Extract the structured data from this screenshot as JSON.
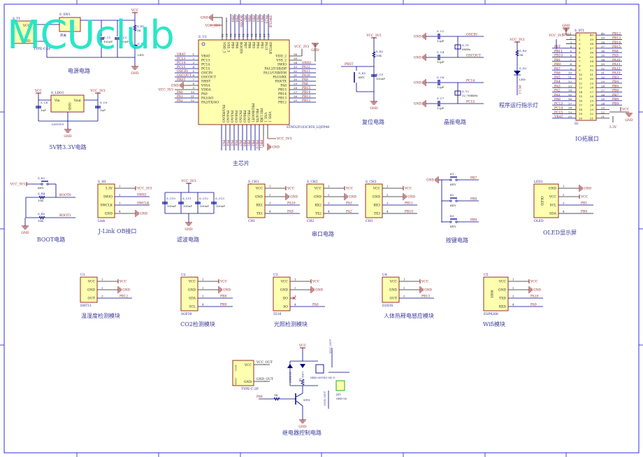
{
  "watermark": "MCUclub",
  "colors": {
    "wire": "#00008b",
    "body_fill": "#ffffb0",
    "body_stroke": "#8b1a1a",
    "net": "#8b1a1a",
    "title": "#3b3b9a",
    "watermark": "#1fe6c6"
  },
  "titles": {
    "power": "电源电路",
    "ldo": "5V转3.3V电路",
    "mcu": "主芯片",
    "reset": "复位电路",
    "crystal": "晶振电路",
    "led": "程序运行指示灯",
    "io": "IO拓展口",
    "boot": "BOOT电路",
    "jlink": "J-Link OB接口",
    "filter": "滤波电路",
    "uart": "串口电路",
    "keys": "按键电路",
    "oled": "OLED显示屏",
    "dht": "温湿度检测模块",
    "co2": "CO2检测模块",
    "light": "光照检测模块",
    "pir": "人体热释电感应模块",
    "wifi": "Wifi模块",
    "relay": "继电器控制电路"
  },
  "modules": {
    "jlink": {
      "ref": "S_H1",
      "footer": "Link",
      "pins": [
        {
          "num": "1",
          "name": "3.3V",
          "net": "VCC_3V3"
        },
        {
          "num": "2",
          "name": "SWIO",
          "net": "SWIO"
        },
        {
          "num": "3",
          "name": "SWCLK",
          "net": "SWCLK"
        },
        {
          "num": "4",
          "name": "GND",
          "net": "GND"
        }
      ]
    },
    "ch1": {
      "ref": "S_CH1",
      "footer": "CH1",
      "pins": [
        {
          "num": "1",
          "name": "VCC",
          "net": "VCC"
        },
        {
          "num": "2",
          "name": "GND",
          "net": "GND"
        },
        {
          "num": "3",
          "name": "RX1",
          "net": "PA10"
        },
        {
          "num": "4",
          "name": "TX1",
          "net": "PA9"
        }
      ]
    },
    "ch2": {
      "ref": "S_CH2",
      "footer": "CH2",
      "pins": [
        {
          "num": "1",
          "name": "VCC",
          "net": "VCC"
        },
        {
          "num": "2",
          "name": "GND",
          "net": "GND"
        },
        {
          "num": "3",
          "name": "RX2",
          "net": "PA3"
        },
        {
          "num": "4",
          "name": "TX2",
          "net": "PA2"
        }
      ]
    },
    "ch3": {
      "ref": "S_CH3",
      "footer": "CH3",
      "pins": [
        {
          "num": "1",
          "name": "VCC",
          "net": "VCC"
        },
        {
          "num": "2",
          "name": "GND",
          "net": "GND"
        },
        {
          "num": "3",
          "name": "RX3",
          "net": "PB11"
        },
        {
          "num": "4",
          "name": "TX3",
          "net": "PB10"
        }
      ]
    },
    "oled": {
      "ref": "LED1",
      "footer": "OLED",
      "inner": "OLED",
      "pins": [
        {
          "num": "1",
          "name": "GND",
          "net": "GND"
        },
        {
          "num": "2",
          "name": "VCC",
          "net": "VCC"
        },
        {
          "num": "3",
          "name": "SCL",
          "net": "PB1"
        },
        {
          "num": "4",
          "name": "SDA",
          "net": "PB0"
        }
      ]
    },
    "dht": {
      "ref": "U1",
      "footer": "DHT11",
      "pins": [
        {
          "num": "1",
          "name": "VCC",
          "net": "VCC"
        },
        {
          "num": "2",
          "name": "GND",
          "net": "GND"
        },
        {
          "num": "3",
          "name": "OUT",
          "net": "PB12"
        }
      ]
    },
    "co2": {
      "ref": "U2",
      "footer": "SGP30",
      "pins": [
        {
          "num": "1",
          "name": "VCC",
          "net": "VCC"
        },
        {
          "num": "2",
          "name": "GND",
          "net": "GND"
        },
        {
          "num": "3",
          "name": "SDA",
          "net": "PB8"
        },
        {
          "num": "4",
          "name": "SCL",
          "net": "PB9"
        }
      ]
    },
    "light": {
      "ref": "U3",
      "footer": "5516",
      "pins": [
        {
          "num": "1",
          "name": "VCC",
          "net": "VCC"
        },
        {
          "num": "2",
          "name": "GND",
          "net": "GND"
        },
        {
          "num": "3",
          "name": "DO",
          "net": ""
        },
        {
          "num": "4",
          "name": "AO",
          "net": "PA0"
        }
      ]
    },
    "pir": {
      "ref": "U4",
      "footer": "D203S",
      "pins": [
        {
          "num": "1",
          "name": "VCC",
          "net": "VCC"
        },
        {
          "num": "2",
          "name": "GND",
          "net": "GND"
        },
        {
          "num": "3",
          "name": "OUT",
          "net": "PB13"
        }
      ]
    },
    "wifi": {
      "ref": "U5",
      "footer": "ESP8266",
      "inner": "WIFI",
      "pins": [
        {
          "num": "1",
          "name": "VCC",
          "net": "VCC"
        },
        {
          "num": "2",
          "name": "GND",
          "net": "GND"
        },
        {
          "num": "3",
          "name": "TXD",
          "net": "PA10"
        },
        {
          "num": "4",
          "name": "RXD",
          "net": "PA9"
        }
      ]
    }
  },
  "mcu": {
    "ref": "S_U1",
    "part": "STM32F103C8T6_LQFP48",
    "left": [
      {
        "num": "1",
        "name": "VBAT",
        "net": "VBAT"
      },
      {
        "num": "2",
        "name": "PC13",
        "net": "PC13"
      },
      {
        "num": "3",
        "name": "PC14",
        "net": "PC14"
      },
      {
        "num": "4",
        "name": "PC15",
        "net": "PC15"
      },
      {
        "num": "5",
        "name": "OSCIN",
        "net": "OSCIN"
      },
      {
        "num": "6",
        "name": "OSCOUT",
        "net": "OSCOUT"
      },
      {
        "num": "7",
        "name": "NRST",
        "net": "PRST"
      },
      {
        "num": "8",
        "name": "VSSA",
        "net": "GND"
      },
      {
        "num": "9",
        "name": "VDDA",
        "net": "VCC_3V3"
      },
      {
        "num": "10",
        "name": "PA0",
        "net": "PA0"
      },
      {
        "num": "11",
        "name": "PA1/AO",
        "net": "PA1"
      },
      {
        "num": "12",
        "name": "PA2/TX/AO",
        "net": "PA2"
      }
    ],
    "right": [
      {
        "num": "36",
        "name": "VDD_2",
        "net": "VCC_3V3"
      },
      {
        "num": "35",
        "name": "VSS_2",
        "net": "GND"
      },
      {
        "num": "34",
        "name": "SWIO",
        "net": "SWIO"
      },
      {
        "num": "33",
        "name": "PA12/USB/DP",
        "net": "PA12"
      },
      {
        "num": "32",
        "name": "PA11/USB/DM",
        "net": "PA11"
      },
      {
        "num": "31",
        "name": "PA10/RX",
        "net": "PA10"
      },
      {
        "num": "30",
        "name": "PA9/TX",
        "net": "PA9"
      },
      {
        "num": "29",
        "name": "PA8",
        "net": "PA8"
      },
      {
        "num": "28",
        "name": "PB15",
        "net": "PB15"
      },
      {
        "num": "27",
        "name": "PB14",
        "net": "PB14"
      },
      {
        "num": "26",
        "name": "PB13",
        "net": "PB13"
      },
      {
        "num": "25",
        "name": "PB12",
        "net": "PB12"
      }
    ],
    "top": [
      {
        "num": "48",
        "name": "VDD_3",
        "net": "VCC_3V3"
      },
      {
        "num": "47",
        "name": "VSS_3",
        "net": "GND"
      },
      {
        "num": "46",
        "name": "PB9",
        "net": "PB9"
      },
      {
        "num": "45",
        "name": "PB8",
        "net": "PB8"
      },
      {
        "num": "44",
        "name": "BOOT0",
        "net": "BOOT0"
      },
      {
        "num": "43",
        "name": "PB7",
        "net": "PB7"
      },
      {
        "num": "42",
        "name": "PB6",
        "net": "PB6"
      },
      {
        "num": "41",
        "name": "PB5",
        "net": "PB5"
      },
      {
        "num": "40",
        "name": "PB4",
        "net": "PB4"
      },
      {
        "num": "39",
        "name": "PB3",
        "net": "PB3"
      },
      {
        "num": "38",
        "name": "PA15",
        "net": "PA15"
      },
      {
        "num": "37",
        "name": "SWCLK",
        "net": "SWCLK"
      }
    ],
    "bottom": [
      {
        "num": "13",
        "name": "PA3/RX/AO",
        "net": "PA3"
      },
      {
        "num": "14",
        "name": "PA4/AO",
        "net": "PA4"
      },
      {
        "num": "15",
        "name": "PA5/AO",
        "net": "PA5"
      },
      {
        "num": "16",
        "name": "PA6/AO",
        "net": "PA6"
      },
      {
        "num": "17",
        "name": "PA7/AO",
        "net": "PA7"
      },
      {
        "num": "18",
        "name": "PB0/AO",
        "net": "PB0"
      },
      {
        "num": "19",
        "name": "PB1/AO",
        "net": "PB1"
      },
      {
        "num": "20",
        "name": "PB2/BOOT1",
        "net": "PB2"
      },
      {
        "num": "21",
        "name": "PB10/TX",
        "net": "PB10"
      },
      {
        "num": "22",
        "name": "PB11/RX",
        "net": "PB11"
      },
      {
        "num": "23",
        "name": "VSS_1",
        "net": "GND"
      },
      {
        "num": "24",
        "name": "VDD_1",
        "net": "VCC_3V3"
      }
    ]
  },
  "io_header": {
    "ref": "S_ST1",
    "footer": "IO",
    "left": [
      "GND",
      "VCC_3V3",
      "",
      "PST",
      "PB11",
      "PB10",
      "PB1",
      "PB0",
      "PA7",
      "PA6",
      "PA5",
      "PA4",
      "PA3",
      "PA2",
      "PA1",
      "PA0",
      "PC13",
      "PC14",
      "PC15",
      "VBAT"
    ],
    "right": [
      "PB12",
      "PB13",
      "PB14",
      "PB15",
      "PA8",
      "PA9",
      "PA10",
      "PA11",
      "PA12",
      "PA15",
      "PB3",
      "PB4",
      "PB5",
      "PB6",
      "PB7",
      "PB8",
      "PB9",
      "VCC",
      "GND",
      "3.3V"
    ]
  },
  "power": {
    "conn_ref": "S_T1",
    "conn_pins": [
      "VCC",
      "GND"
    ],
    "conn_part": "TYPE-C-2P",
    "switch_ref": "S_SW1",
    "switch_label": "开关",
    "cap_ref": "S_C1",
    "cap_val": "100uF",
    "cap2_ref": "S_C2",
    "cap2_val": "100nF",
    "r_ref": "S_R1",
    "r_val": "1K",
    "d_ref": "S_D1",
    "d_val": "LED",
    "vcc": "VCC",
    "gnd": "GND"
  },
  "ldo": {
    "ref": "S_LDO1",
    "vin": "Vin",
    "vout": "Vout",
    "gnd_pin": "GND",
    "part": "LDO3V3",
    "c_left": "S_C8",
    "c_right": "S_C9",
    "c_val": "1nF",
    "vcc": "VCC",
    "vout_net": "VCC_3V3",
    "gnd": "GND"
  },
  "reset": {
    "vcc": "VCC_3V3",
    "r_ref": "S_R2",
    "r_val": "10K",
    "k_ref": "S_K1",
    "k_val": "KEY",
    "c_ref": "S_C5",
    "c_val": "100nF",
    "net": "PRST",
    "gnd": "GND"
  },
  "crystal": {
    "caps": [
      {
        "ref": "S_C1",
        "val": "12pF",
        "net": "OSCIN"
      },
      {
        "ref": "S_C4",
        "val": "12pF",
        "net": "OSCOUT"
      },
      {
        "ref": "S_C6",
        "val": "12pF",
        "net": "PC14"
      },
      {
        "ref": "S_C7",
        "val": "12pF",
        "net": "PC15"
      }
    ],
    "y1_ref": "S_Y1",
    "y1_val": "8MHz",
    "y2_ref": "S_Y2",
    "y2_val": "32.768KHz",
    "gnd": "GND"
  },
  "led": {
    "vcc": "VCC_3V3",
    "r_ref": "S_R3",
    "r_val": "1K",
    "d_ref": "S_D2",
    "d_val": "LED",
    "net": "PC13"
  },
  "boot": {
    "vcc": "VCC_3V3",
    "k_ref": "S_K2",
    "k_val": "KEY",
    "r4_ref": "S_R4",
    "r5_ref": "S_R5",
    "r_val": "10K",
    "net0": "BOOT0",
    "net1": "BOOT1",
    "gnd": "GND"
  },
  "filter": {
    "vcc": "VCC_3V3",
    "caps": [
      "S_C10",
      "S_C11",
      "S_C12",
      "S_C13"
    ],
    "val": "100nF",
    "gnd": "GND"
  },
  "keys": {
    "gnd": "GND",
    "items": [
      {
        "ref": "K1",
        "val": "KEY",
        "net": "PB7"
      },
      {
        "ref": "K2",
        "val": "KEY",
        "net": "PB8"
      },
      {
        "ref": "K3",
        "val": "KEY",
        "net": "PB9"
      }
    ]
  },
  "relay": {
    "conn_pins": [
      "VCC",
      "GND"
    ],
    "conn_side": [
      "VCC",
      "GND"
    ],
    "conn_part": "TYPE-C-2P",
    "vcc_out": "VCC_OUT",
    "gnd_out": "GND_OUT",
    "vcc": "VCC",
    "diode": "1N4007",
    "led": "LED",
    "r_led": "1K",
    "relay": "SRD-05VDC-SL-C",
    "jk_ref": "JK1",
    "jk_part": "SRD-05",
    "in_net": "PA8",
    "r_base": "1K",
    "transistor": "NPN",
    "gnd": "GND"
  }
}
